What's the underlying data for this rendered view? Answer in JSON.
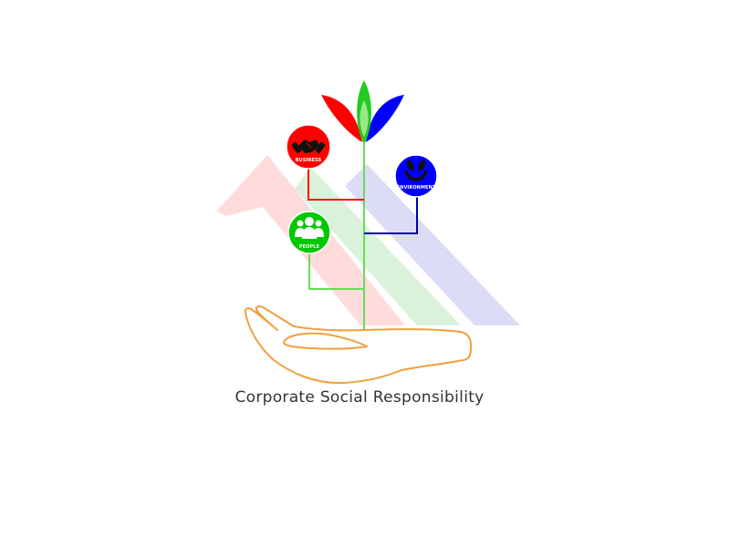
{
  "diagram": {
    "caption": "Corporate Social Responsibility",
    "nodes": {
      "business": {
        "label": "BUSINESS",
        "icon": "handshake-icon",
        "color": "#ff0000"
      },
      "environment": {
        "label": "ENVIRONMENT",
        "icon": "hands-leaves-icon",
        "color": "#0000ff"
      },
      "people": {
        "label": "PEOPLE",
        "icon": "group-icon",
        "color": "#00c800"
      }
    },
    "colors": {
      "stem": "#66dd55",
      "hand": "#f0a040",
      "text": "#333333",
      "petal_red": "#ff0000",
      "petal_green": "#22cc22",
      "petal_blue": "#0000ff",
      "band_red": "#ffdcdc",
      "band_green": "#d9f2d9",
      "band_blue": "#dcdcf6"
    }
  }
}
